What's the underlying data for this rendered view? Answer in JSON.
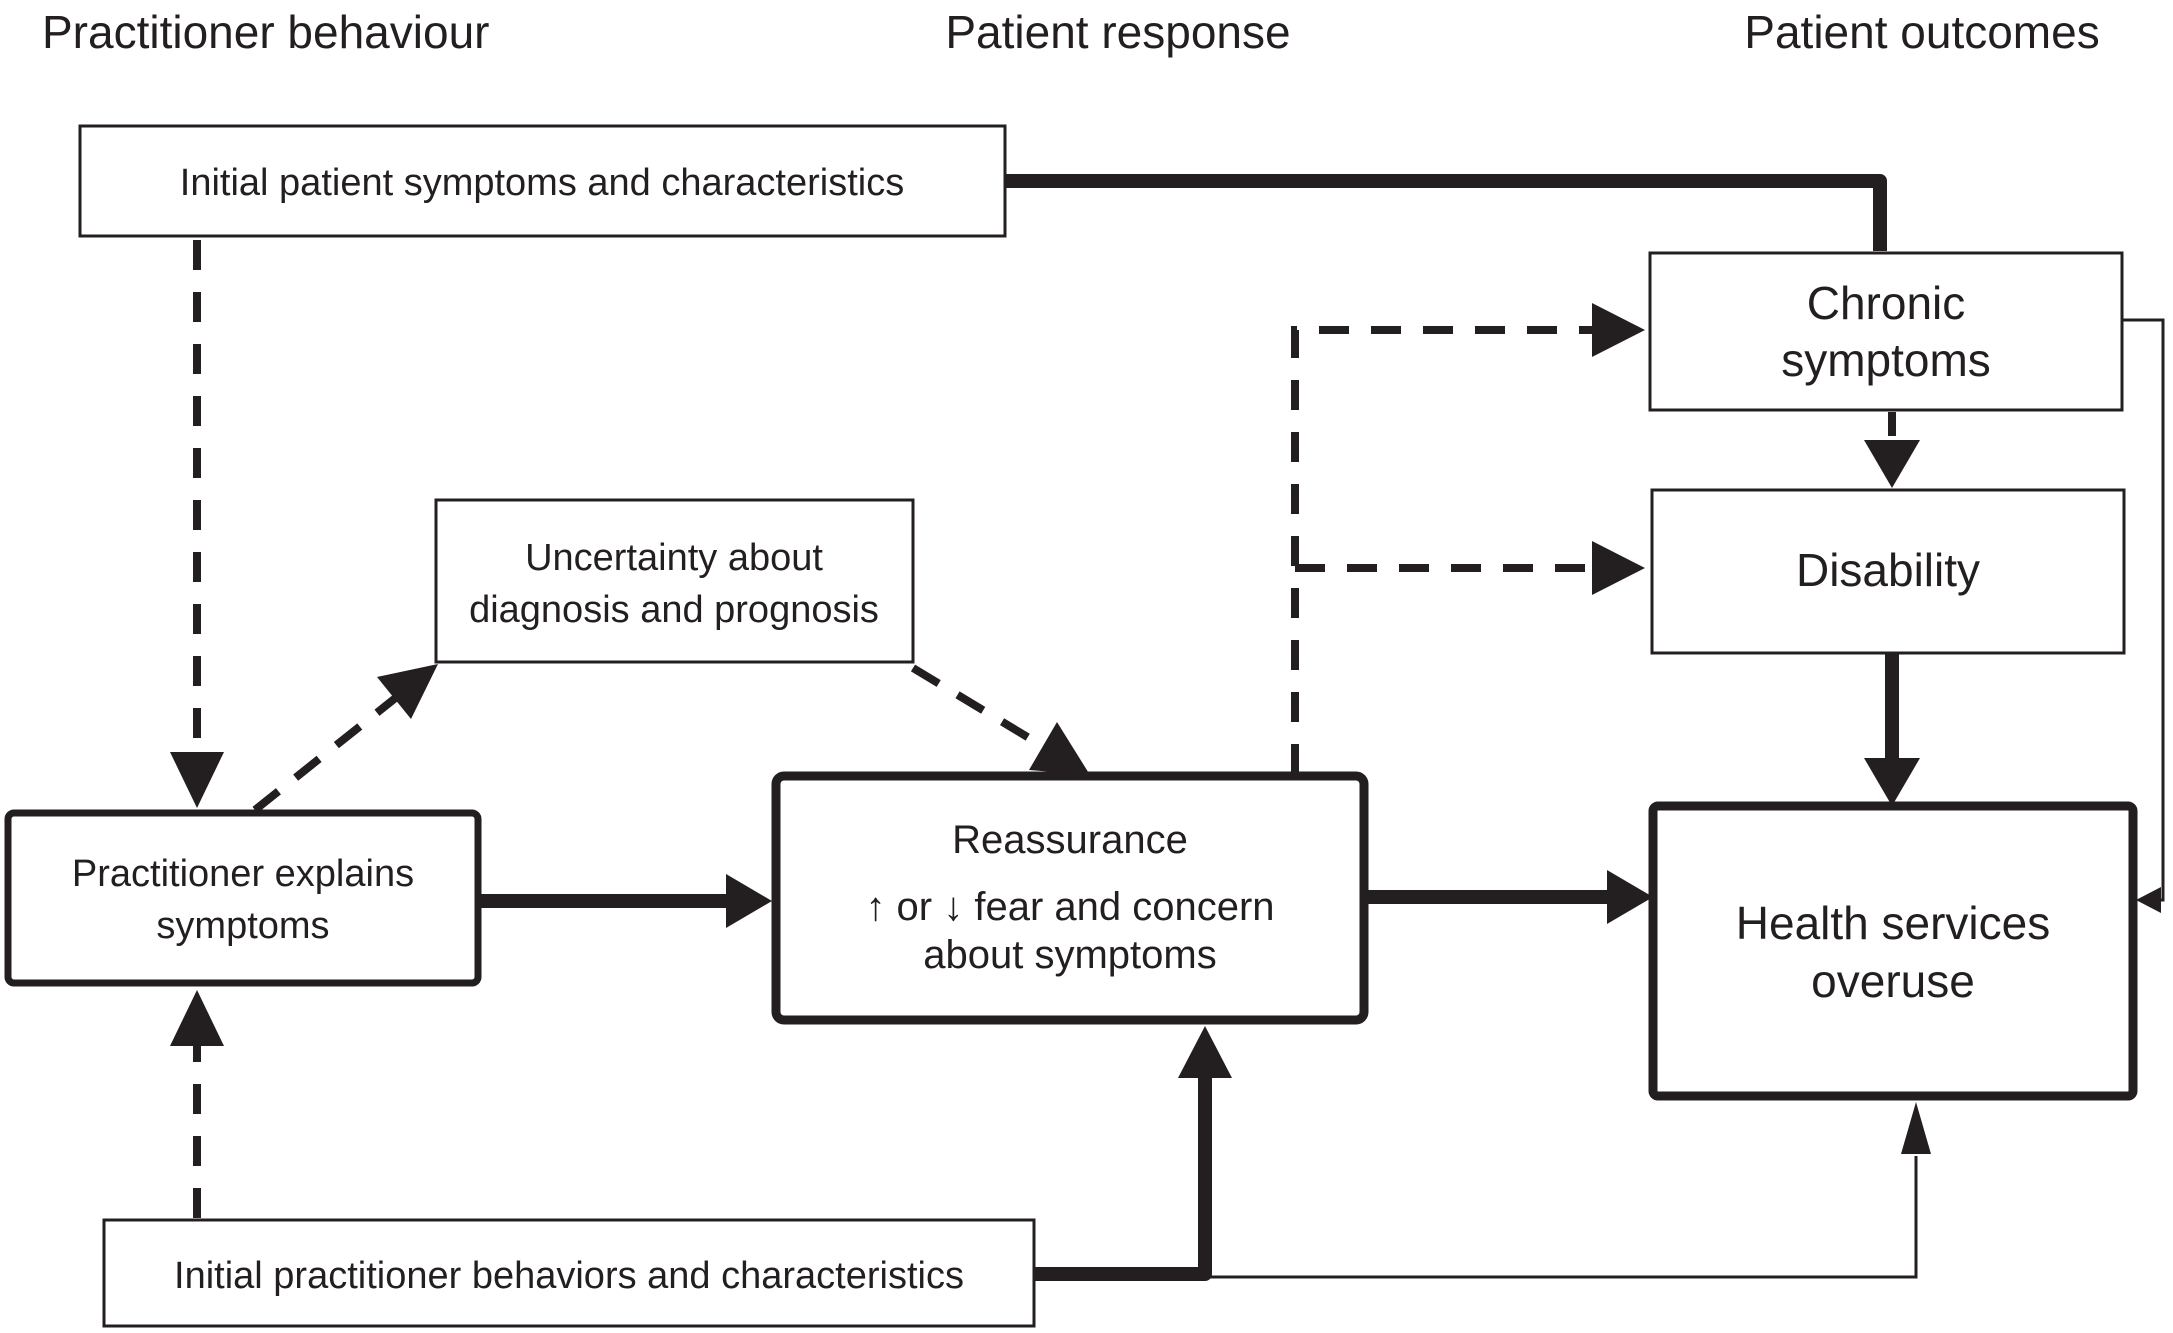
{
  "diagram": {
    "column_headers": [
      {
        "label": "Practitioner behaviour"
      },
      {
        "label": "Patient response"
      },
      {
        "label": "Patient outcomes"
      }
    ],
    "boxes": {
      "initial_patient": {
        "label": "Initial patient symptoms and characteristics",
        "border": "thin"
      },
      "uncertainty": {
        "lines": [
          "Uncertainty about",
          "diagnosis and prognosis"
        ],
        "border": "thin"
      },
      "practitioner_explains": {
        "lines": [
          "Practitioner explains",
          "symptoms"
        ],
        "border": "thick"
      },
      "reassurance": {
        "lines": [
          "Reassurance",
          "↑ or ↓ fear and concern",
          "about symptoms"
        ],
        "border": "thick"
      },
      "chronic_symptoms": {
        "lines": [
          "Chronic",
          "symptoms"
        ],
        "border": "thin"
      },
      "disability": {
        "label": "Disability",
        "border": "thin"
      },
      "health_services_overuse": {
        "lines": [
          "Health services",
          "overuse"
        ],
        "border": "thick"
      },
      "initial_practitioner": {
        "label": "Initial practitioner behaviors and characteristics",
        "border": "thin"
      }
    },
    "edges": [
      {
        "from": "initial_patient",
        "to": "chronic_symptoms",
        "style": "solid-thick",
        "arrowhead": false
      },
      {
        "from": "practitioner_explains",
        "to": "reassurance",
        "style": "solid-thick",
        "arrowhead": true
      },
      {
        "from": "reassurance",
        "to": "health_services_overuse",
        "style": "solid-thick",
        "arrowhead": true
      },
      {
        "from": "disability",
        "to": "health_services_overuse",
        "style": "solid-thick",
        "arrowhead": true
      },
      {
        "from": "initial_practitioner",
        "to": "reassurance",
        "style": "solid-thick",
        "arrowhead": true
      },
      {
        "from": "initial_patient",
        "to": "practitioner_explains",
        "style": "dashed",
        "arrowhead": true
      },
      {
        "from": "initial_practitioner",
        "to": "practitioner_explains",
        "style": "dashed",
        "arrowhead": true
      },
      {
        "from": "practitioner_explains",
        "to": "uncertainty",
        "style": "dashed",
        "arrowhead": true
      },
      {
        "from": "uncertainty",
        "to": "reassurance",
        "style": "dashed",
        "arrowhead": true
      },
      {
        "from": "reassurance",
        "to": "chronic_symptoms",
        "style": "dashed",
        "arrowhead": true
      },
      {
        "from": "reassurance",
        "to": "disability",
        "style": "dashed",
        "arrowhead": true
      },
      {
        "from": "chronic_symptoms",
        "to": "disability",
        "style": "dashed",
        "arrowhead": true
      },
      {
        "from": "chronic_symptoms",
        "to": "health_services_overuse",
        "style": "solid-thin",
        "arrowhead": true
      },
      {
        "from": "initial_practitioner",
        "to": "health_services_overuse",
        "style": "solid-thin",
        "arrowhead": true
      }
    ],
    "colors": {
      "ink": "#231f20",
      "background": "#ffffff"
    }
  }
}
